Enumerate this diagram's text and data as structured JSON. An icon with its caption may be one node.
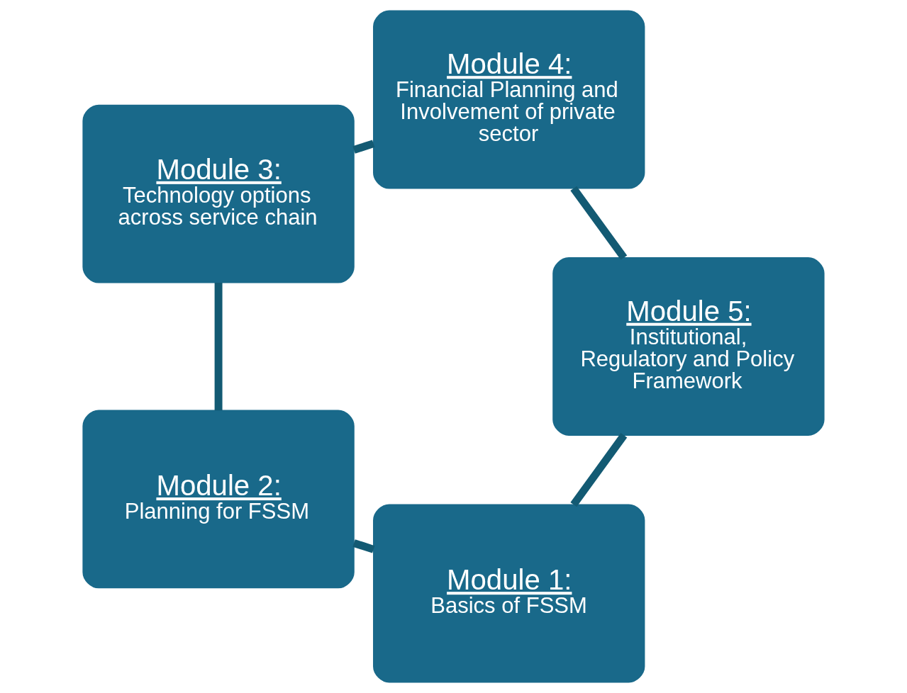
{
  "diagram": {
    "nodes": [
      {
        "text": [
          "Module 1:",
          "Basics of FSSM"
        ]
      },
      {
        "text": [
          "Module 2:",
          "Planning for FSSM"
        ]
      },
      {
        "text": [
          "Module 3:",
          "Technology options across service chain"
        ]
      },
      {
        "text": [
          "Module 4:",
          "Financial Planning and Involvement of private sector"
        ]
      },
      {
        "text": [
          "Module 5:",
          "Institutional, Regulatory and Policy Framework"
        ]
      }
    ],
    "edges": [
      {
        "from": 0,
        "to": 1,
        "arrow": "none"
      },
      {
        "from": 1,
        "to": 2,
        "arrow": "none"
      },
      {
        "from": 2,
        "to": 3,
        "arrow": "none"
      },
      {
        "from": 3,
        "to": 4,
        "arrow": "none"
      },
      {
        "from": 4,
        "to": 0,
        "arrow": "none"
      }
    ]
  }
}
